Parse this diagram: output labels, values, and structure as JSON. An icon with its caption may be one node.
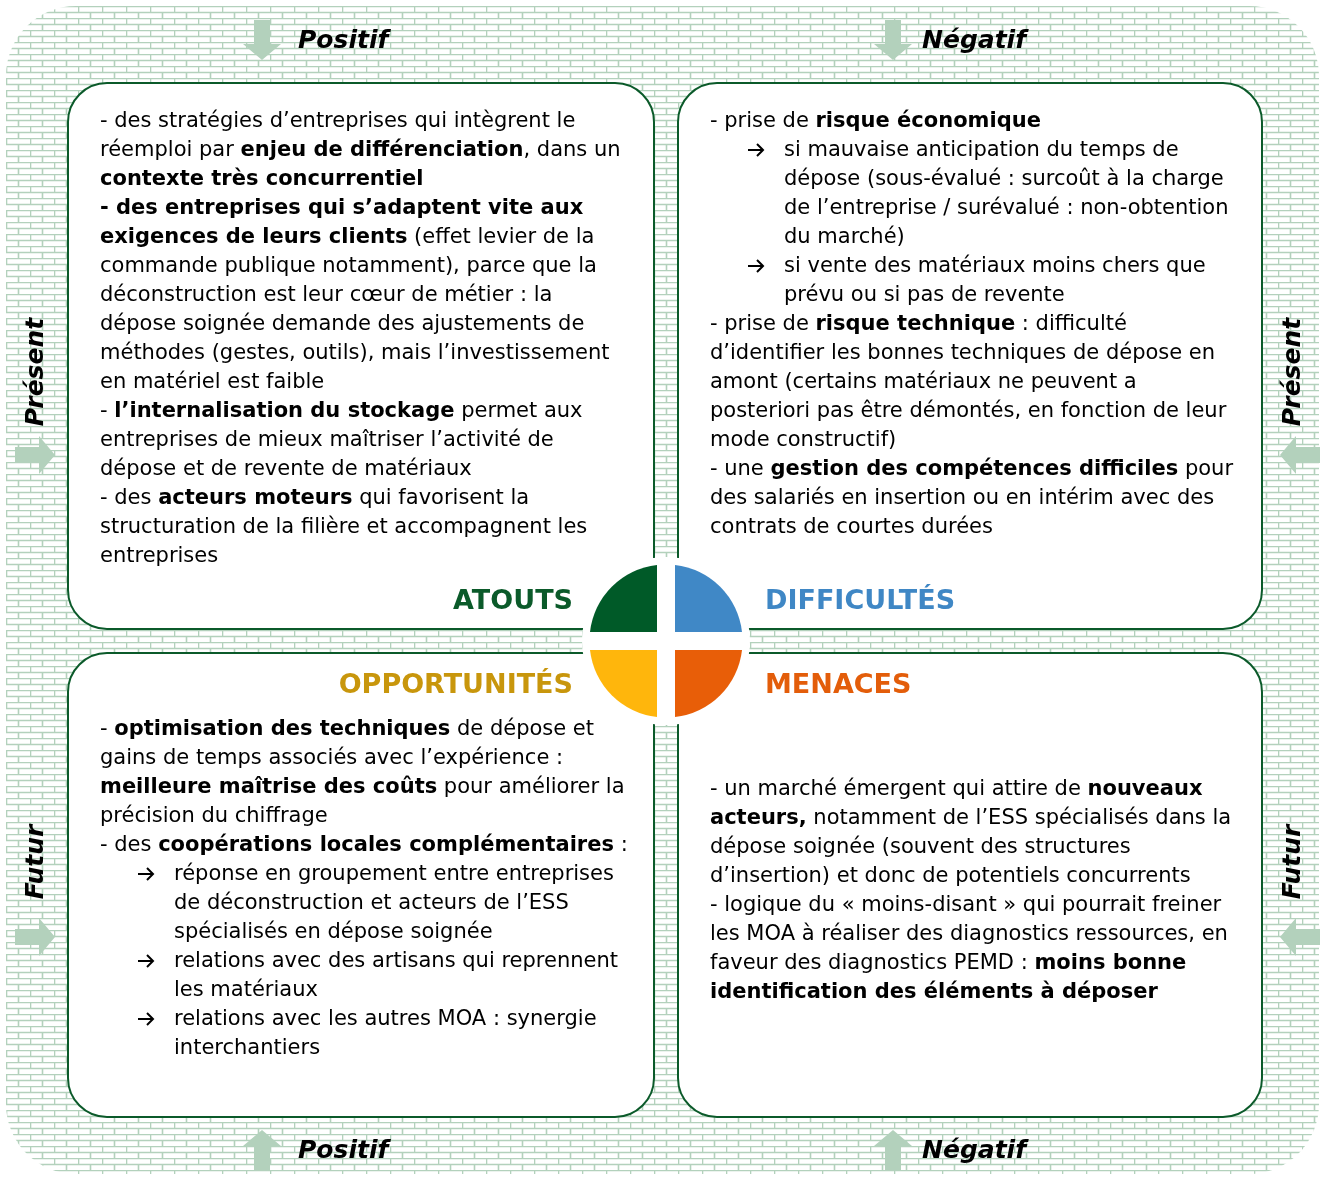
{
  "diagram": {
    "nodes": [
      {
        "text": [
          "- des stratégies d’entreprises qui intègrent le réemploi par **enjeu de différenciation**, dans un **contexte très concurrentiel**",
          "**- des entreprises qui s’adaptent vite aux exigences de leurs clients** (effet levier de la commande publique notamment), parce que la déconstruction est leur cœur de métier : la dépose soignée demande des ajustements de méthodes (gestes, outils), mais l’investissement en matériel est faible",
          "- **l’internalisation du stockage** permet aux entreprises de mieux maîtriser l’activité de dépose et de revente de matériaux",
          "- des **acteurs moteurs** qui favorisent la structuration de la filière et accompagnent les entreprises",
          "ATOUTS"
        ]
      },
      {
        "text": [
          "- prise de **risque économique**",
          "si mauvaise anticipation du temps de dépose (sous-évalué : surcoût à la charge de l’entreprise / surévalué : non-obtention du marché)",
          "si vente des matériaux moins chers que prévu ou si pas de revente",
          "- prise de **risque technique** : difficulté d’identifier les bonnes techniques de dépose en amont (certains matériaux ne peuvent a posteriori pas être démontés, en fonction de leur mode constructif)",
          "- une **gestion des compétences difficiles** pour des salariés en insertion ou en intérim avec des contrats de courtes durées",
          "DIFFICULTÉS"
        ]
      },
      {
        "text": [
          "OPPORTUNITÉS",
          "- **optimisation des techniques** de dépose et gains de temps associés avec l’expérience : **meilleure maîtrise des coûts** pour améliorer la précision du chiffrage",
          "- des **coopérations locales complémentaires** :",
          "réponse en groupement entre entreprises de déconstruction et acteurs de l’ESS spécialisés en dépose soignée",
          "relations avec des artisans qui reprennent les matériaux",
          "relations avec les autres MOA : synergie interchantiers"
        ]
      },
      {
        "text": [
          "MENACES",
          "- un marché émergent qui attire de **nouveaux acteurs,** notamment de l’ESS spécialisés dans la dépose soignée (souvent des structures d’insertion) et donc de potentiels concurrents",
          "- logique du « moins-disant » qui pourrait freiner les MOA à réaliser des diagnostics ressources, en faveur des diagnostics PEMD : **moins bonne identification des éléments à déposer**"
        ]
      }
    ],
    "labels": [
      "Positif",
      "Négatif",
      "Présent",
      "Présent",
      "Futur",
      "Futur",
      "Positif",
      "Négatif"
    ]
  }
}
